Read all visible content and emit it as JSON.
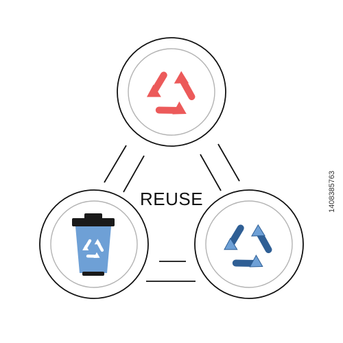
{
  "diagram": {
    "center_label": "REUSE",
    "nodes": [
      {
        "name": "top",
        "icon": "recycle-arrows-red-icon",
        "color": "#ec5a5a"
      },
      {
        "name": "left",
        "icon": "recycle-bin-blue-icon",
        "color": "#6ea0d6"
      },
      {
        "name": "right",
        "icon": "recycle-arrows-blue-icon",
        "color": "#6ea0d6"
      }
    ],
    "colors": {
      "outline": "#111111",
      "inner_ring": "#b3b3b3",
      "bin_lid": "#1a1a1a",
      "bin_body": "#6ea0d6",
      "bin_symbol": "#ffffff"
    }
  },
  "watermark": {
    "stock_id": "1408385763"
  }
}
